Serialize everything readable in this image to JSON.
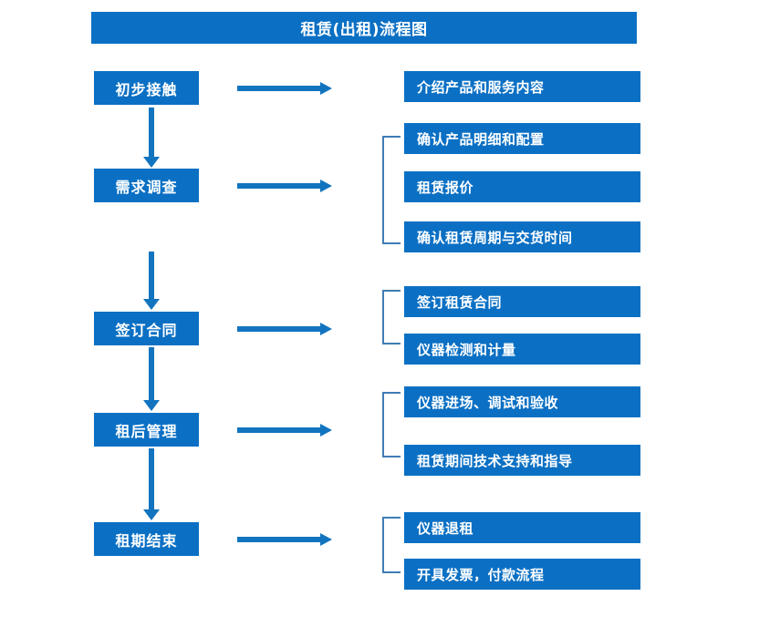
{
  "header": {
    "title": "租赁(出租)流程图"
  },
  "colors": {
    "box_blue": "#0b70c4",
    "arrow_blue": "#1274bf",
    "bracket_blue": "#3f7cb5",
    "box_text": "#ffffff",
    "background": "#ffffff"
  },
  "flow": {
    "stages": [
      {
        "label": "初步接触"
      },
      {
        "label": "需求调查"
      },
      {
        "label": "签订合同"
      },
      {
        "label": "租后管理"
      },
      {
        "label": "租期结束"
      }
    ],
    "details": [
      {
        "label": "介绍产品和服务内容"
      },
      {
        "label": "确认产品明细和配置"
      },
      {
        "label": "租赁报价"
      },
      {
        "label": "确认租赁周期与交货时间"
      },
      {
        "label": "签订租赁合同"
      },
      {
        "label": "仪器检测和计量"
      },
      {
        "label": "仪器进场、调试和验收"
      },
      {
        "label": "租赁期间技术支持和指导"
      },
      {
        "label": "仪器退租"
      },
      {
        "label": "开具发票，付款流程"
      }
    ],
    "connectors": {
      "down_arrow_icon": "arrow-down-icon",
      "right_arrow_icon": "arrow-right-icon",
      "bracket_icon": "group-bracket-icon",
      "down_arrow_count": 4,
      "right_arrow_count": 5,
      "bracket_count": 4
    }
  }
}
